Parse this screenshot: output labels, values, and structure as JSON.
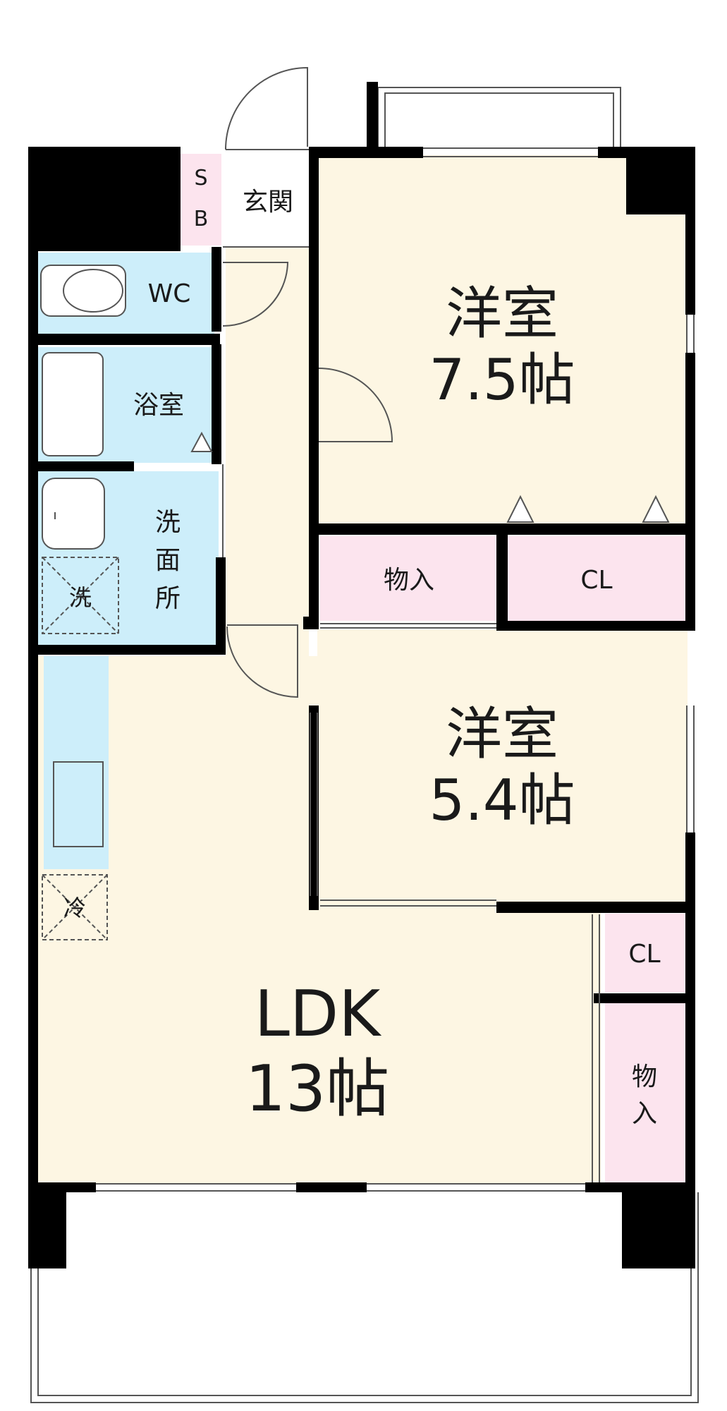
{
  "colors": {
    "living": "#fdf6e3",
    "water": "#cdeefa",
    "storage": "#fce4ee",
    "wall": "#000000",
    "line": "#555555"
  },
  "rooms": {
    "sb_top": "S",
    "sb_bottom": "B",
    "genkan": "玄関",
    "wc": "WC",
    "bath": "浴室",
    "washroom_1": "洗",
    "washroom_2": "面",
    "washroom_3": "所",
    "washer": "洗",
    "fridge": "冷",
    "west1_name": "洋室",
    "west1_size": "7.5帖",
    "west2_name": "洋室",
    "west2_size": "5.4帖",
    "storage1": "物入",
    "closet1": "CL",
    "closet2": "CL",
    "storage2_1": "物",
    "storage2_2": "入",
    "ldk_name": "LDK",
    "ldk_size": "13帖"
  }
}
